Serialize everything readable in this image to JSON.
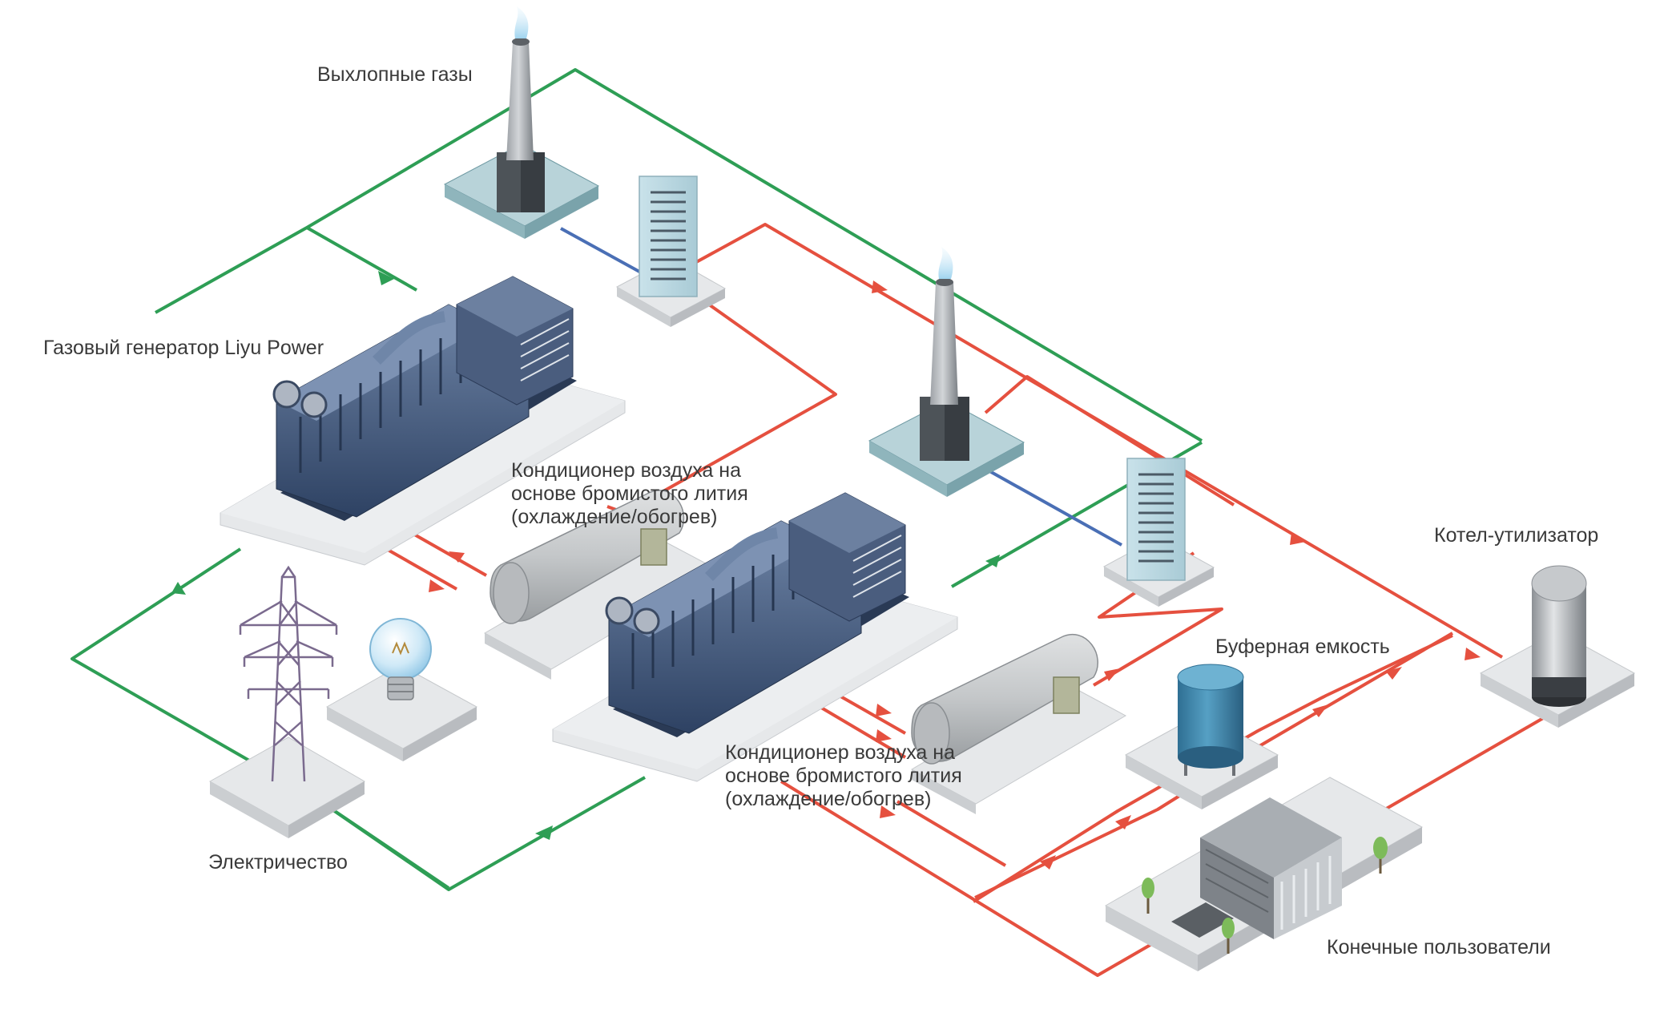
{
  "labels": {
    "exhaust": "Выхлопные газы",
    "generator": "Газовый генератор Liyu Power",
    "chiller_1": "Кондиционер воздуха на\nоснове бромистого лития\n(охлаждение/обогрев)",
    "chiller_2": "Кондиционер воздуха на\nоснове бромистого лития\n(охлаждение/обогрев)",
    "boiler": "Котел-утилизатор",
    "buffer_tank": "Буферная емкость",
    "electricity": "Электричество",
    "end_users": "Конечные пользователи"
  },
  "colors": {
    "power_line": "#2e9e55",
    "heat_line": "#e5503f",
    "exhaust_line": "#4a6fb5",
    "platform": "#e6e8ea",
    "stack_base": "#8fb5bc",
    "engine": "#3e5578",
    "tank": "#3d83a8",
    "label": "#3a3a3a"
  },
  "icons": [
    "exhaust-stack-icon",
    "gas-generator-icon",
    "heat-exchanger-icon",
    "absorption-chiller-icon",
    "recovery-boiler-icon",
    "buffer-tank-icon",
    "power-pylon-icon",
    "light-bulb-icon",
    "office-building-icon",
    "tree-icon"
  ]
}
